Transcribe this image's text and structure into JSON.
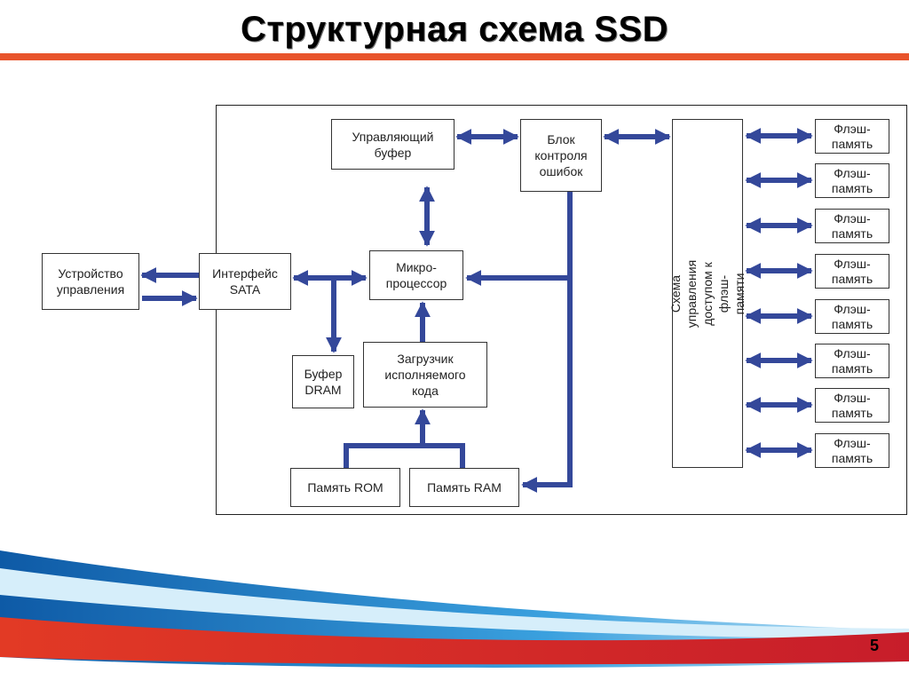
{
  "slide": {
    "title": "Структурная схема SSD",
    "page_number": "5"
  },
  "diagram": {
    "blocks": {
      "control_device": "Устройство\nуправления",
      "sata": "Интерфейс\nSATA",
      "control_buffer": "Управляющий\nбуфер",
      "ecc": "Блок\nконтроля\nошибок",
      "cpu": "Микро-\nпроцессор",
      "dram": "Буфер\nDRAM",
      "loader": "Загрузчик\nисполняемого\nкода",
      "rom": "Память ROM",
      "ram": "Память RAM",
      "flash_controller": "Схема управления\nдоступом к флэш-памяти"
    },
    "flash_modules": [
      "Флэш-\nпамять",
      "Флэш-\nпамять",
      "Флэш-\nпамять",
      "Флэш-\nпамять",
      "Флэш-\nпамять",
      "Флэш-\nпамять",
      "Флэш-\nпамять",
      "Флэш-\nпамять"
    ]
  },
  "colors": {
    "arrow": "#34489a",
    "accent_orange": "#e8542c",
    "wave_blue": "#1f6fb8",
    "wave_red": "#d72d2a"
  }
}
